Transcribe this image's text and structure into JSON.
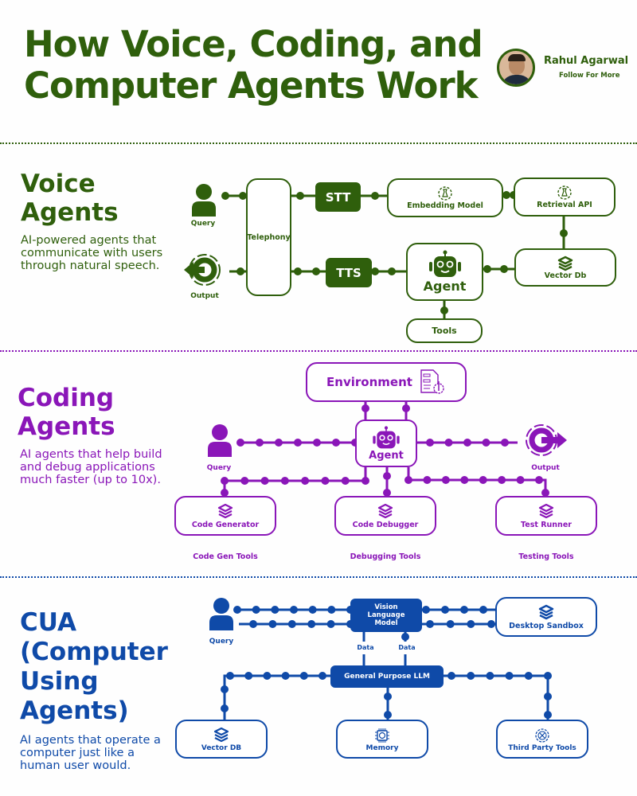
{
  "header": {
    "title": "How Voice, Coding, and Computer Agents Work",
    "author_name": "Rahul Agarwal",
    "author_subtitle": "Follow For More"
  },
  "colors": {
    "voice": "#2f5f0c",
    "coding": "#8a16b8",
    "cua": "#0f4aa8"
  },
  "voice": {
    "title_line1": "Voice",
    "title_line2": "Agents",
    "description": "AI-powered agents that communicate with users through natural speech.",
    "nodes": {
      "query": "Query",
      "output": "Output",
      "telephony": "Telephony",
      "stt": "STT",
      "tts": "TTS",
      "embedding_model": "Embedding Model",
      "retrieval_api": "Retrieval API",
      "agent": "Agent",
      "vector_db": "Vector Db",
      "tools": "Tools"
    }
  },
  "coding": {
    "title_line1": "Coding",
    "title_line2": "Agents",
    "description": "AI agents that help build and debug applications much faster (up to 10x).",
    "nodes": {
      "environment": "Environment",
      "agent": "Agent",
      "query": "Query",
      "output": "Output",
      "code_generator": "Code Generator",
      "code_debugger": "Code Debugger",
      "test_runner": "Test Runner"
    },
    "tool_groups": [
      "Code Gen Tools",
      "Debugging Tools",
      "Testing Tools"
    ]
  },
  "cua": {
    "title_lines": [
      "CUA",
      "(Computer",
      "Using",
      "Agents)"
    ],
    "description": "AI agents that operate a computer just like a human user would.",
    "nodes": {
      "query": "Query",
      "vlm": "Vision Language Model",
      "desktop_sandbox": "Desktop Sandbox",
      "data_left": "Data",
      "data_right": "Data",
      "general_llm": "General Purpose LLM",
      "vector_db": "Vector DB",
      "memory": "Memory",
      "third_party_tools": "Third Party Tools"
    }
  }
}
